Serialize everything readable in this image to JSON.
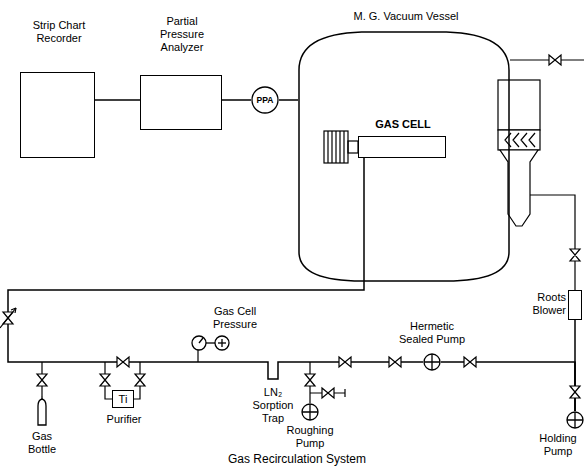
{
  "diagram": {
    "caption": "Gas Recirculation System",
    "nodes": [
      {
        "text": [
          "Strip Chart Recorder"
        ]
      },
      {
        "text": [
          "Partial Pressure Analyzer"
        ]
      },
      {
        "text": [
          "PPA"
        ]
      },
      {
        "text": [
          "M. G. Vacuum Vessel"
        ]
      },
      {
        "text": [
          "GAS CELL"
        ],
        "in": 3
      },
      {
        "text": [
          "Roots Blower"
        ]
      },
      {
        "text": [
          "Holding Pump"
        ]
      },
      {
        "text": [
          "Hermetic Sealed Pump"
        ]
      },
      {
        "text": [
          "Roughing Pump"
        ]
      },
      {
        "text": [
          "LN₂ Sorption Trap"
        ]
      },
      {
        "text": [
          "Gas Cell Pressure"
        ]
      },
      {
        "text": [
          "Ti",
          "Purifier"
        ]
      },
      {
        "text": [
          "Gas Bottle"
        ]
      }
    ],
    "edges": [
      {
        "from": 0,
        "to": 1,
        "arrow": "none"
      },
      {
        "from": 1,
        "to": 2,
        "arrow": "none"
      },
      {
        "from": 2,
        "to": 3,
        "arrow": "none"
      },
      {
        "from": 4,
        "to": 9,
        "arrow": "none"
      },
      {
        "from": 9,
        "to": 7,
        "arrow": "none"
      },
      {
        "from": 7,
        "to": 6,
        "arrow": "none"
      },
      {
        "from": 5,
        "to": 6,
        "arrow": "none"
      }
    ]
  }
}
